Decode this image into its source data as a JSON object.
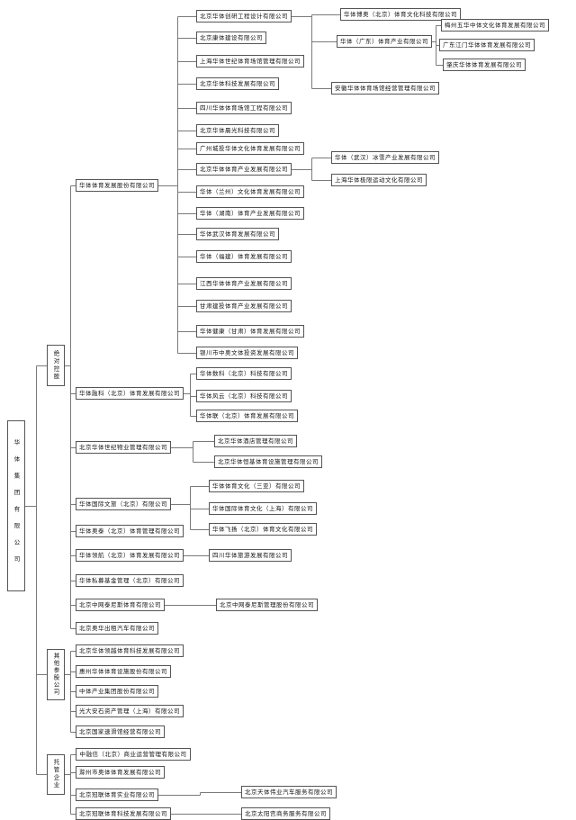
{
  "meta": {
    "background_color": "#ffffff",
    "box_border_color": "#555555",
    "line_color": "#7a7a7a",
    "text_color": "#111111",
    "chart_kind": "organization-chart"
  },
  "nodes": {
    "root": {
      "label": "华体集团有限公司"
    },
    "cat1": {
      "label": "绝对控股"
    },
    "cat2": {
      "label": "其他参股公司"
    },
    "cat3": {
      "label": "托管企业"
    },
    "b1": {
      "label": "华体体育发展股份有限公司"
    },
    "b2": {
      "label": "华体融科（北京）体育发展有限公司"
    },
    "b3": {
      "label": "北京华体世纪物业管理有限公司"
    },
    "b4": {
      "label": "华体国际文旅（北京）有限公司"
    },
    "b5": {
      "label": "华体奥泰（北京）体育管理有限公司"
    },
    "b6": {
      "label": "华体领航（北京）体育发展有限公司"
    },
    "b7": {
      "label": "华体私募基金管理（北京）有限公司"
    },
    "b8": {
      "label": "北京中网泰尼斯体育有限公司"
    },
    "b9": {
      "label": "北京奥华出租汽车有限公司"
    },
    "c1": {
      "label": "北京华体领越体育科技发展有限公司"
    },
    "c2": {
      "label": "惠州华体体育设施股份有限公司"
    },
    "c3": {
      "label": "中体产业集团股份有限公司"
    },
    "c4": {
      "label": "光大安石资产管理（上海）有限公司"
    },
    "c5": {
      "label": "北京国家速滑馆经营有限公司"
    },
    "d1": {
      "label": "中融信（北京）商业运营管理有限公司"
    },
    "d2": {
      "label": "滁州市奥体体育发展有限公司"
    },
    "d3": {
      "label": "北京冠联体育实业有限公司"
    },
    "d4": {
      "label": "北京冠联体育科技发展有限公司"
    },
    "a1": {
      "label": "北京华体创研工程设计有限公司"
    },
    "a2": {
      "label": "北京康体建设有限公司"
    },
    "a3": {
      "label": "上海华体世纪体育场馆管理有限公司"
    },
    "a4": {
      "label": "北京华体科技发展有限公司"
    },
    "a5": {
      "label": "四川华体体育场馆工程有限公司"
    },
    "a6": {
      "label": "北京华体晨光科技有限公司"
    },
    "a7": {
      "label": "广州城投华体文化体育发展有限公司"
    },
    "a8": {
      "label": "北京华体体育产业发展有限公司"
    },
    "a9": {
      "label": "华体（兰州）文化体育发展有限公司"
    },
    "a10": {
      "label": "华体（湖南）体育产业发展有限公司"
    },
    "a11": {
      "label": "华体武汉体育发展有限公司"
    },
    "a12": {
      "label": "华体（福建）体育发展有限公司"
    },
    "a13": {
      "label": "江西华体体育产业发展有限公司"
    },
    "a14": {
      "label": "甘肃建投体育产业发展有限公司"
    },
    "a15": {
      "label": "华体健康（甘肃）体育发展有限公司"
    },
    "a16": {
      "label": "银川市中奥文体投资发展有限公司"
    },
    "f1": {
      "label": "华体数科（北京）科技有限公司"
    },
    "f2": {
      "label": "华体风云（北京）科技有限公司"
    },
    "f3": {
      "label": "华体联（北京）体育发展有限公司"
    },
    "g1": {
      "label": "北京华体酒店管理有限公司"
    },
    "g2": {
      "label": "北京华体恒基体育设施管理有限公司"
    },
    "h1": {
      "label": "华体体育文化（三亚）有限公司"
    },
    "h2": {
      "label": "华体国际体育文化（上海）有限公司"
    },
    "h3": {
      "label": "华体飞扬（北京）体育文化有限公司"
    },
    "l1": {
      "label": "四川华体旅游发展有限公司"
    },
    "m1": {
      "label": "北京中网泰尼斯管理股份有限公司"
    },
    "e1": {
      "label": "华体博奥（北京）体育文化科技有限公司"
    },
    "e2": {
      "label": "华体（广东）体育产业有限公司"
    },
    "e3": {
      "label": "安徽华体体育场馆经营管理有限公司"
    },
    "e4": {
      "label": "华体（武汉）冰雪产业发展有限公司"
    },
    "e5": {
      "label": "上海华体极限运动文化有限公司"
    },
    "k1": {
      "label": "梅州五华中体文化体育发展有限公司"
    },
    "k2": {
      "label": "广东江门华体体育发展有限公司"
    },
    "k3": {
      "label": "肇庆华体体育发展有限公司"
    },
    "n1": {
      "label": "北京天体伟业汽车服务有限公司"
    },
    "n2": {
      "label": "北京太阳宫商务服务有限公司"
    }
  },
  "tree": {
    "root": [
      "cat1",
      "cat2",
      "cat3"
    ],
    "cat1": [
      "b1",
      "b2",
      "b3",
      "b4",
      "b5",
      "b6",
      "b7",
      "b8",
      "b9"
    ],
    "cat2": [
      "c1",
      "c2",
      "c3",
      "c4",
      "c5"
    ],
    "cat3": [
      "d1",
      "d2",
      "d3",
      "d4"
    ],
    "b1": [
      "a1",
      "a2",
      "a3",
      "a4",
      "a5",
      "a6",
      "a7",
      "a8",
      "a9",
      "a10",
      "a11",
      "a12",
      "a13",
      "a14",
      "a15",
      "a16"
    ],
    "b2": [
      "f1",
      "f2",
      "f3"
    ],
    "b3": [
      "g1",
      "g2"
    ],
    "b4": [
      "h1",
      "h2",
      "h3"
    ],
    "b6": [
      "l1"
    ],
    "b8": [
      "m1"
    ],
    "a1": [
      "e1",
      "e2",
      "e3"
    ],
    "a8": [
      "e4",
      "e5"
    ],
    "e2": [
      "k1",
      "k2",
      "k3"
    ],
    "d3": [
      "n1"
    ],
    "d4": [
      "n2"
    ]
  }
}
